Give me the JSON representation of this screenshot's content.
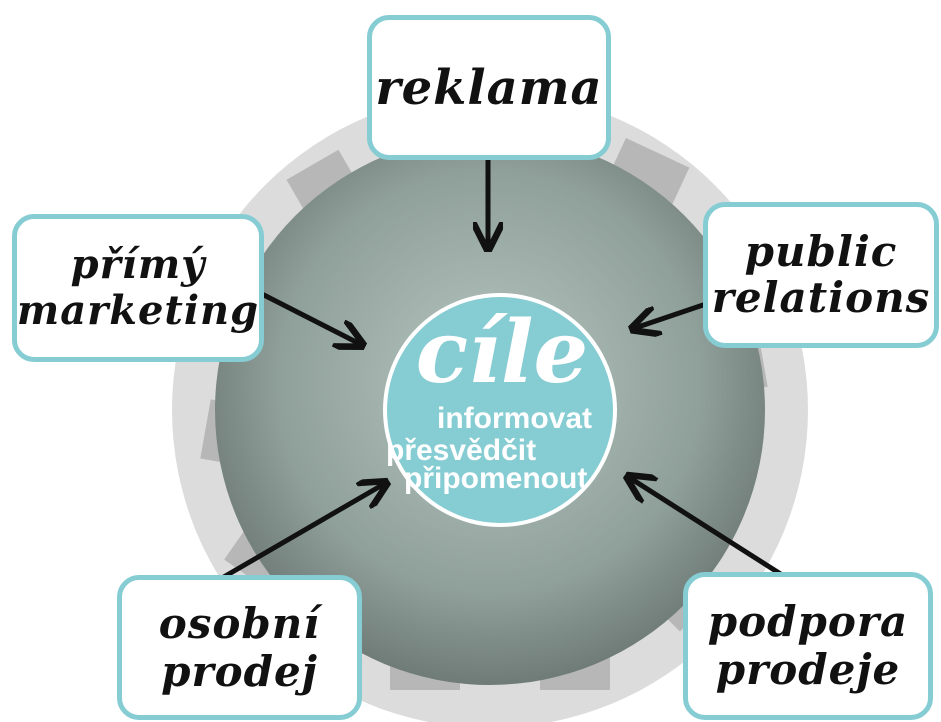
{
  "center": {
    "title": "cíle",
    "goals": [
      "informovat",
      "přesvědčit",
      "připomenout"
    ]
  },
  "boxes": {
    "reklama": "reklama",
    "public_relations": [
      "public",
      "relations"
    ],
    "primy_marketing": [
      "přímý",
      "marketing"
    ],
    "osobni_prodej": [
      "osobní",
      "prodej"
    ],
    "podpora_prodeje": [
      "podpora",
      "prodeje"
    ]
  },
  "colors": {
    "accent": "#86ccd3",
    "planet": "#8a9a94",
    "arrow": "#111111"
  }
}
